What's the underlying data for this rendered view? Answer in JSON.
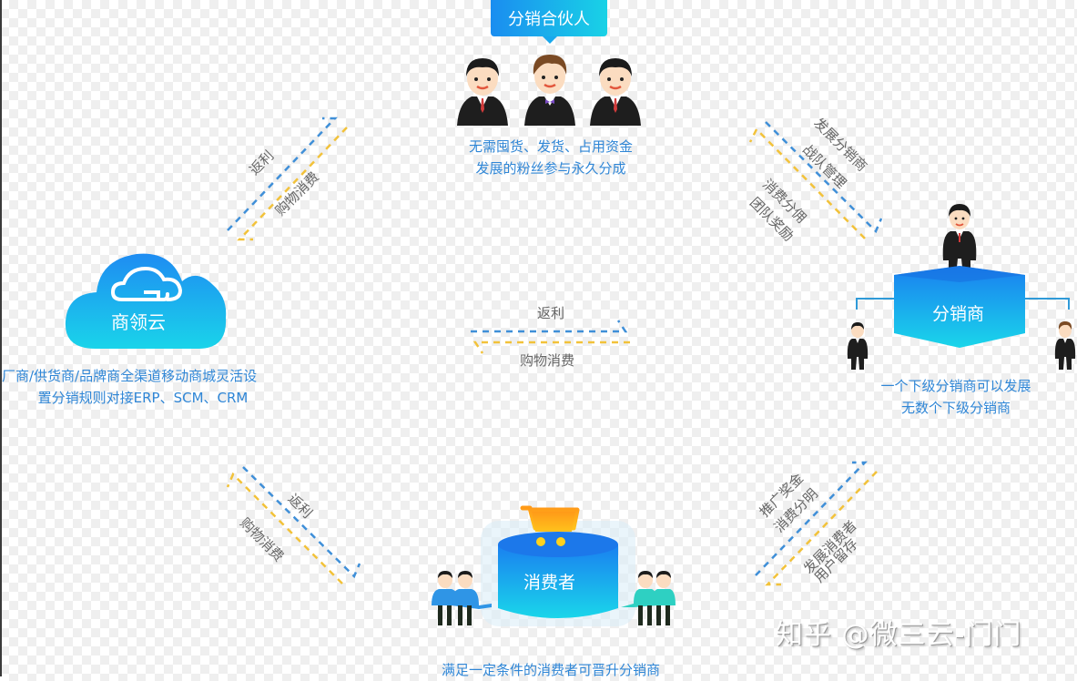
{
  "colors": {
    "primary_blue": "#2f86d6",
    "gradient_start": "#1a8df0",
    "gradient_end": "#19d2e6",
    "rebate_line": "#3f8fd8",
    "purchase_line": "#f2c23a",
    "label_gray": "#666666"
  },
  "partner": {
    "tag": "分销合伙人",
    "desc_line1": "无需囤货、发货、占用资金",
    "desc_line2": "发展的粉丝参与永久分成"
  },
  "platform": {
    "name": "商领云",
    "icon": "cloud-icon",
    "desc_line1": "厂商/供货商/品牌商全渠道移动商城灵活设",
    "desc_line2": "置分销规则对接ERP、SCM、CRM"
  },
  "distributor": {
    "name": "分销商",
    "desc_line1": "一个下级分销商可以发展",
    "desc_line2": "无数个下级分销商"
  },
  "consumer": {
    "name": "消费者",
    "icon": "shopping-cart-icon",
    "desc": "满足一定条件的消费者可晋升分销商"
  },
  "flows": {
    "top_left": {
      "rebate": "返利",
      "purchase": "购物消费"
    },
    "center": {
      "rebate": "返利",
      "purchase": "购物消费"
    },
    "bottom_left": {
      "rebate": "返利",
      "purchase": "购物消费"
    },
    "top_right": {
      "upper": "发展分销商",
      "upper2": "战队管理",
      "lower": "消费分佣",
      "lower2": "团队奖励"
    },
    "bottom_right": {
      "upper": "推广奖金",
      "upper2": "消费分明",
      "lower": "发展消费者",
      "lower2": "用户留存"
    }
  },
  "watermark": "知乎 @微三云-门门"
}
